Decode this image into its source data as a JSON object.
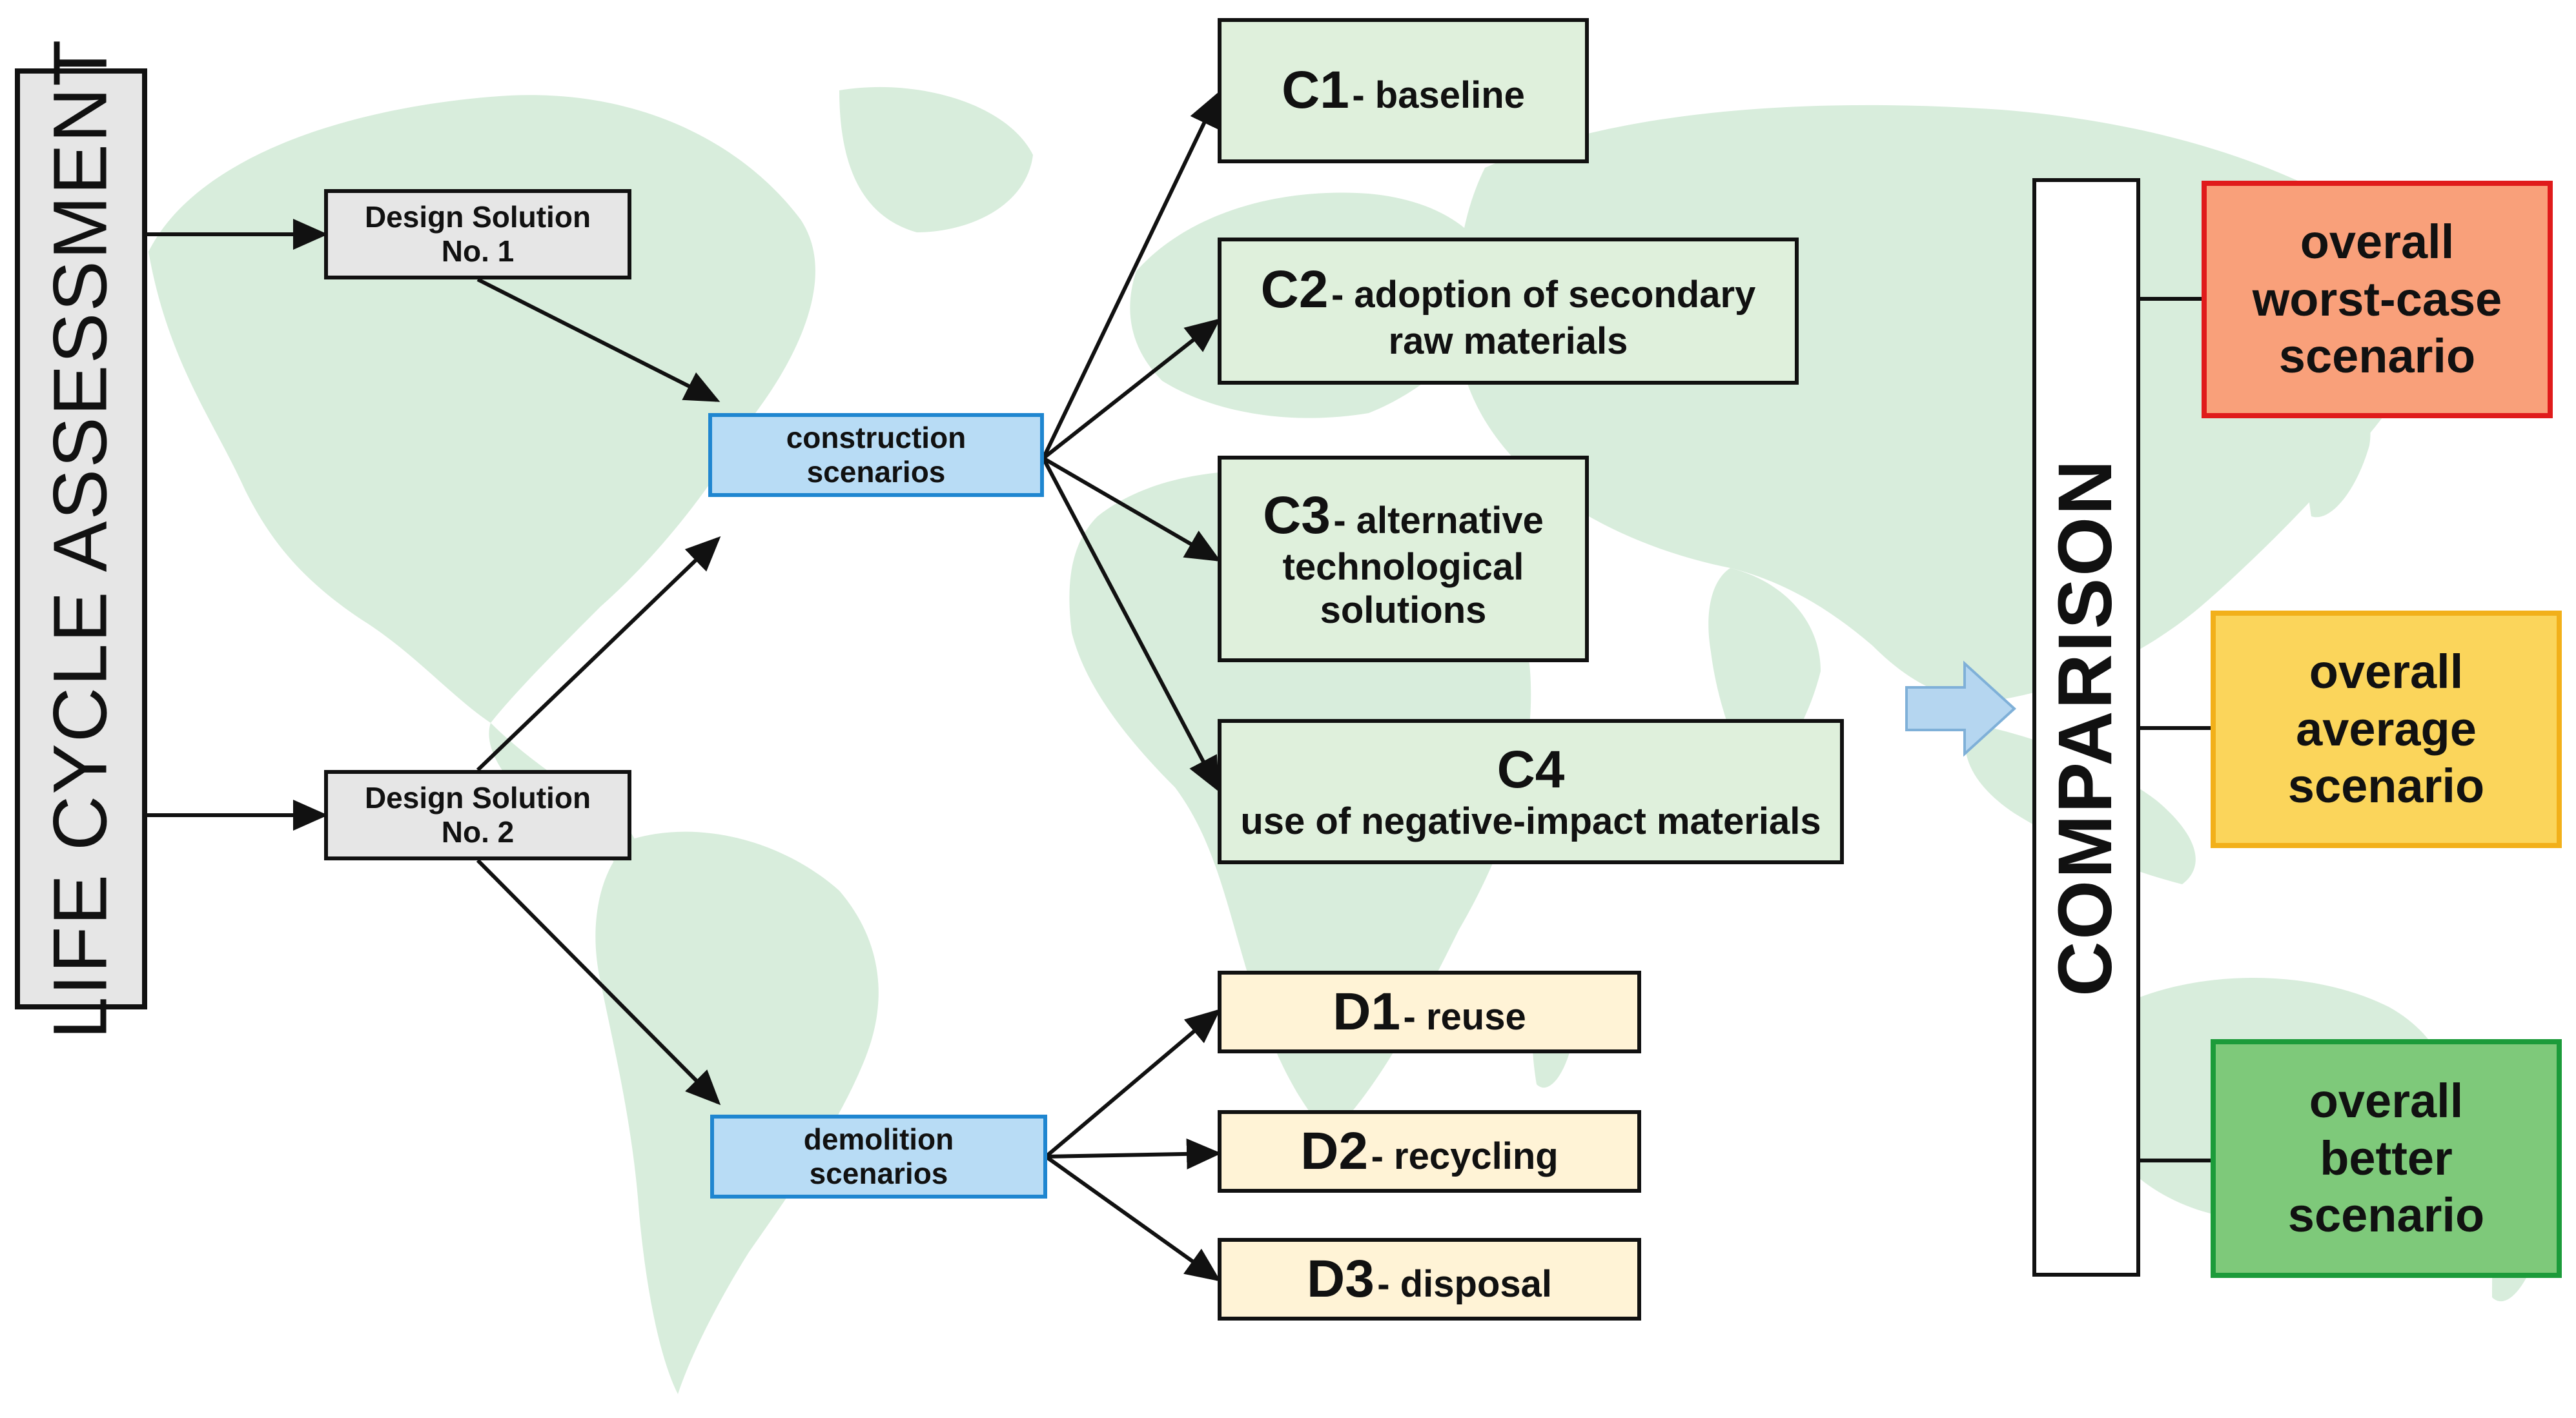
{
  "left_label": "LIFE CYCLE ASSESSMENT",
  "design_solutions": [
    {
      "line1": "Design Solution",
      "line2": "No. 1"
    },
    {
      "line1": "Design Solution",
      "line2": "No. 2"
    }
  ],
  "scenario_groups": [
    {
      "line1": "construction",
      "line2": "scenarios"
    },
    {
      "line1": "demolition",
      "line2": "scenarios"
    }
  ],
  "construction": [
    {
      "code": "C1",
      "desc_inline": "- baseline"
    },
    {
      "code": "C2",
      "desc_inline": "- adoption of secondary",
      "desc_rest": "raw materials"
    },
    {
      "code": "C3",
      "desc_inline": "- alternative",
      "desc_rest": "technological",
      "desc_rest2": "solutions"
    },
    {
      "code": "C4",
      "desc_rest": "use of negative-impact materials"
    }
  ],
  "demolition": [
    {
      "code": "D1",
      "desc_inline": "- reuse"
    },
    {
      "code": "D2",
      "desc_inline": "- recycling"
    },
    {
      "code": "D3",
      "desc_inline": "- disposal"
    }
  ],
  "comparison_label": "COMPARISON",
  "results": [
    {
      "line1": "overall",
      "line2": "worst-case",
      "line3": "scenario",
      "fill": "#f9a07a",
      "border": "#e01b1b"
    },
    {
      "line1": "overall",
      "line2": "average",
      "line3": "scenario",
      "fill": "#fbd55b",
      "border": "#f2b01a"
    },
    {
      "line1": "overall",
      "line2": "better",
      "line3": "scenario",
      "fill": "#7ec97a",
      "border": "#1c9b3a"
    }
  ],
  "colors": {
    "map": "#d8eddc",
    "arrow": "#111111",
    "big_arrow": "#b5d6f0"
  }
}
